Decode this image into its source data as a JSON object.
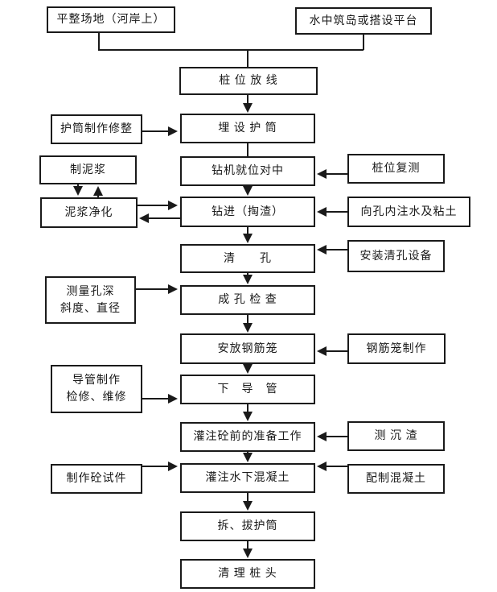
{
  "diagram": {
    "type": "flowchart",
    "language": "zh-CN",
    "background_color": "#ffffff",
    "line_color": "#1a1a1a",
    "nodes": {
      "site_prep": "平整场地（河岸上）",
      "island": "水中筑岛或搭设平台",
      "layout_pile": "桩 位 放 线",
      "casing_make": "护筒制作修整",
      "casing_embed": "埋 设 护 筒",
      "mud_make": "制泥浆",
      "rig_position": "钻机就位对中",
      "pile_recheck": "桩位复测",
      "mud_purify": "泥浆净化",
      "drilling": "钻进（掏渣）",
      "water_clay": "向孔内注水及粘土",
      "hole_clean": "清　　孔",
      "clean_equip": "安装清孔设备",
      "measure_depth": "测量孔深\n斜度、直径",
      "hole_check": "成 孔 检 查",
      "cage_place": "安放钢筋笼",
      "cage_make": "钢筋笼制作",
      "tremie_make": "导管制作\n检修、维修",
      "tremie_lower": "下　导　管",
      "pour_prep": "灌注砼前的准备工作",
      "sediment": "测 沉 渣",
      "test_block": "制作砼试件",
      "pour_concrete": "灌注水下混凝土",
      "mix_concrete": "配制混凝土",
      "casing_remove": "拆、拔护筒",
      "head_clean": "清 理 桩 头"
    }
  }
}
